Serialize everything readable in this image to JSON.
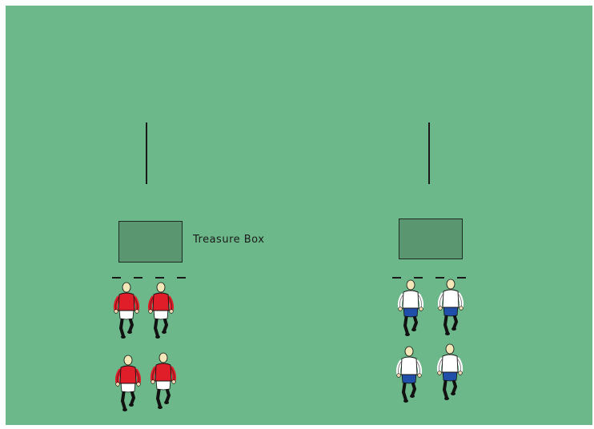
{
  "diagram": {
    "box_label": "Treasure Box",
    "colors": {
      "pitch": "#6db88a",
      "box": "#5a9670",
      "red_shirt": "#e01e2a",
      "red_shorts": "#ffffff",
      "blue_shirt": "#ffffff",
      "blue_shorts": "#1f4fa8"
    },
    "teams": [
      {
        "name": "red",
        "players": 4
      },
      {
        "name": "blue",
        "players": 4
      }
    ]
  }
}
